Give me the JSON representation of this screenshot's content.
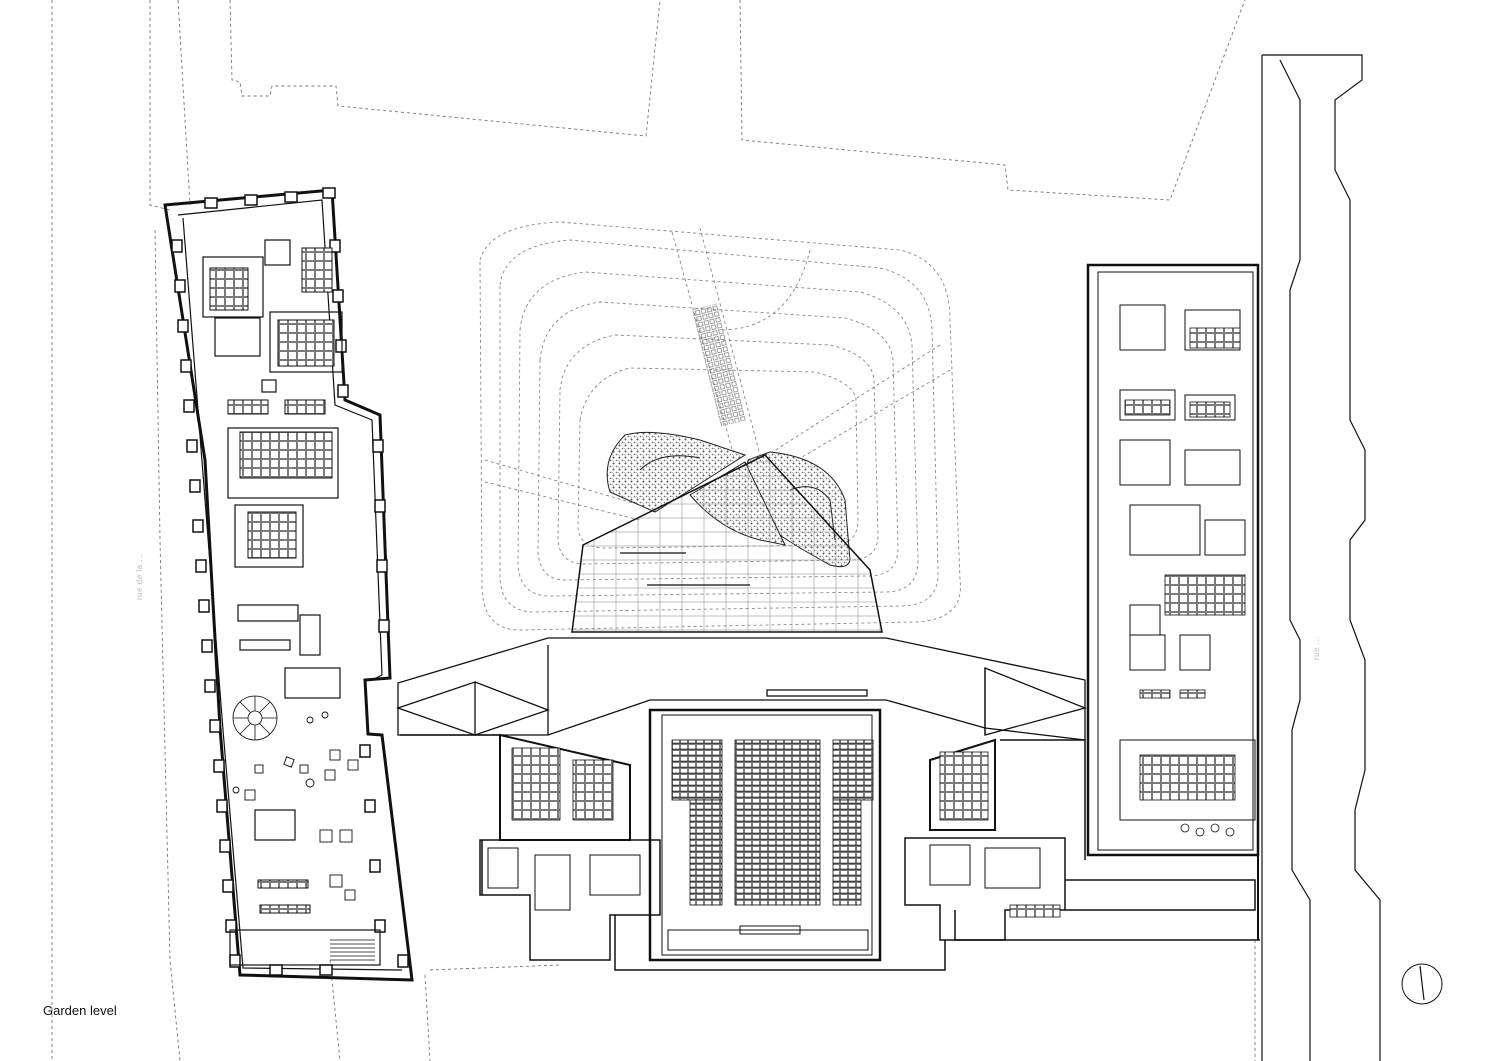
{
  "caption": "Garden level",
  "street_labels": {
    "left": "rue de la ...",
    "right": "rue ..."
  },
  "north_arrow_icon": "north-arrow-icon",
  "colors": {
    "line": "#111111",
    "dashed": "#777777",
    "hatch": "#555555"
  }
}
